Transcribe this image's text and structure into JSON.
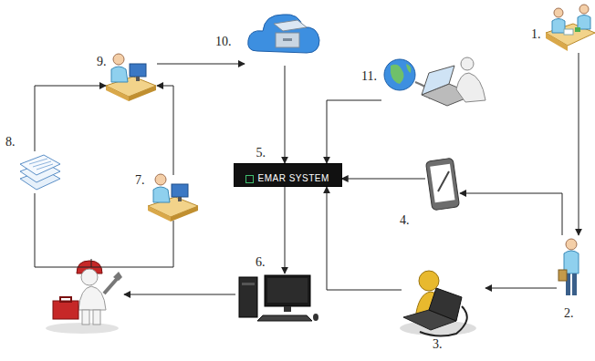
{
  "diagram": {
    "nodes": [
      {
        "text": [
          "1."
        ]
      },
      {
        "text": [
          "2."
        ]
      },
      {
        "text": [
          "3."
        ]
      },
      {
        "text": [
          "4."
        ]
      },
      {
        "text": [
          "5.",
          "EMAR SYSTEM"
        ]
      },
      {
        "text": [
          "6."
        ]
      },
      {
        "text": [
          "7."
        ]
      },
      {
        "text": [
          "8."
        ]
      },
      {
        "text": [
          "9."
        ]
      },
      {
        "text": [
          "10."
        ]
      },
      {
        "text": [
          "11."
        ]
      }
    ],
    "edges": [
      {
        "from": 0,
        "to": 1,
        "arrow": "to"
      },
      {
        "from": 1,
        "to": 3,
        "arrow": "to"
      },
      {
        "from": 1,
        "to": 2,
        "arrow": "to"
      },
      {
        "from": 2,
        "to": 4,
        "arrow": "to"
      },
      {
        "from": 3,
        "to": 4,
        "arrow": "to"
      },
      {
        "from": 10,
        "to": 4,
        "arrow": "to"
      },
      {
        "from": 9,
        "to": 4,
        "arrow": "to"
      },
      {
        "from": 4,
        "to": 5,
        "arrow": "to"
      },
      {
        "from": 8,
        "to": 9,
        "arrow": "to"
      },
      {
        "from": 7,
        "to": 8,
        "arrow": "to"
      },
      {
        "from": 6,
        "to": 8,
        "arrow": "to"
      }
    ]
  }
}
